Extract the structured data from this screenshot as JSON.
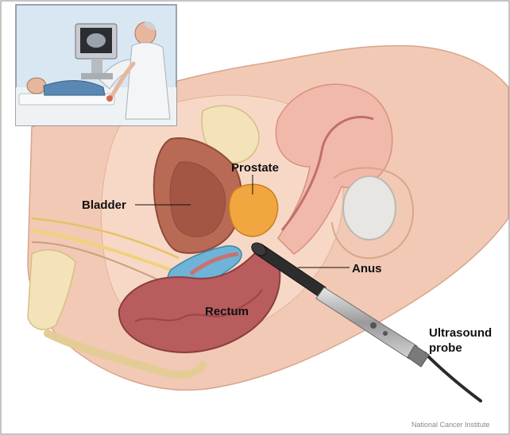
{
  "labels": {
    "prostate": "Prostate",
    "bladder": "Bladder",
    "anus": "Anus",
    "rectum": "Rectum",
    "probe_line1": "Ultrasound",
    "probe_line2": "probe"
  },
  "credit": "National Cancer Institute",
  "colors": {
    "skin": "#f2c9b4",
    "bladder": "#b86a55",
    "prostate": "#f2a640",
    "rectum": "#b85c5e",
    "seminal_vesicle": "#6fb3d6",
    "nerve": "#f0d27a",
    "inset_bg": "#d9e7f3"
  }
}
